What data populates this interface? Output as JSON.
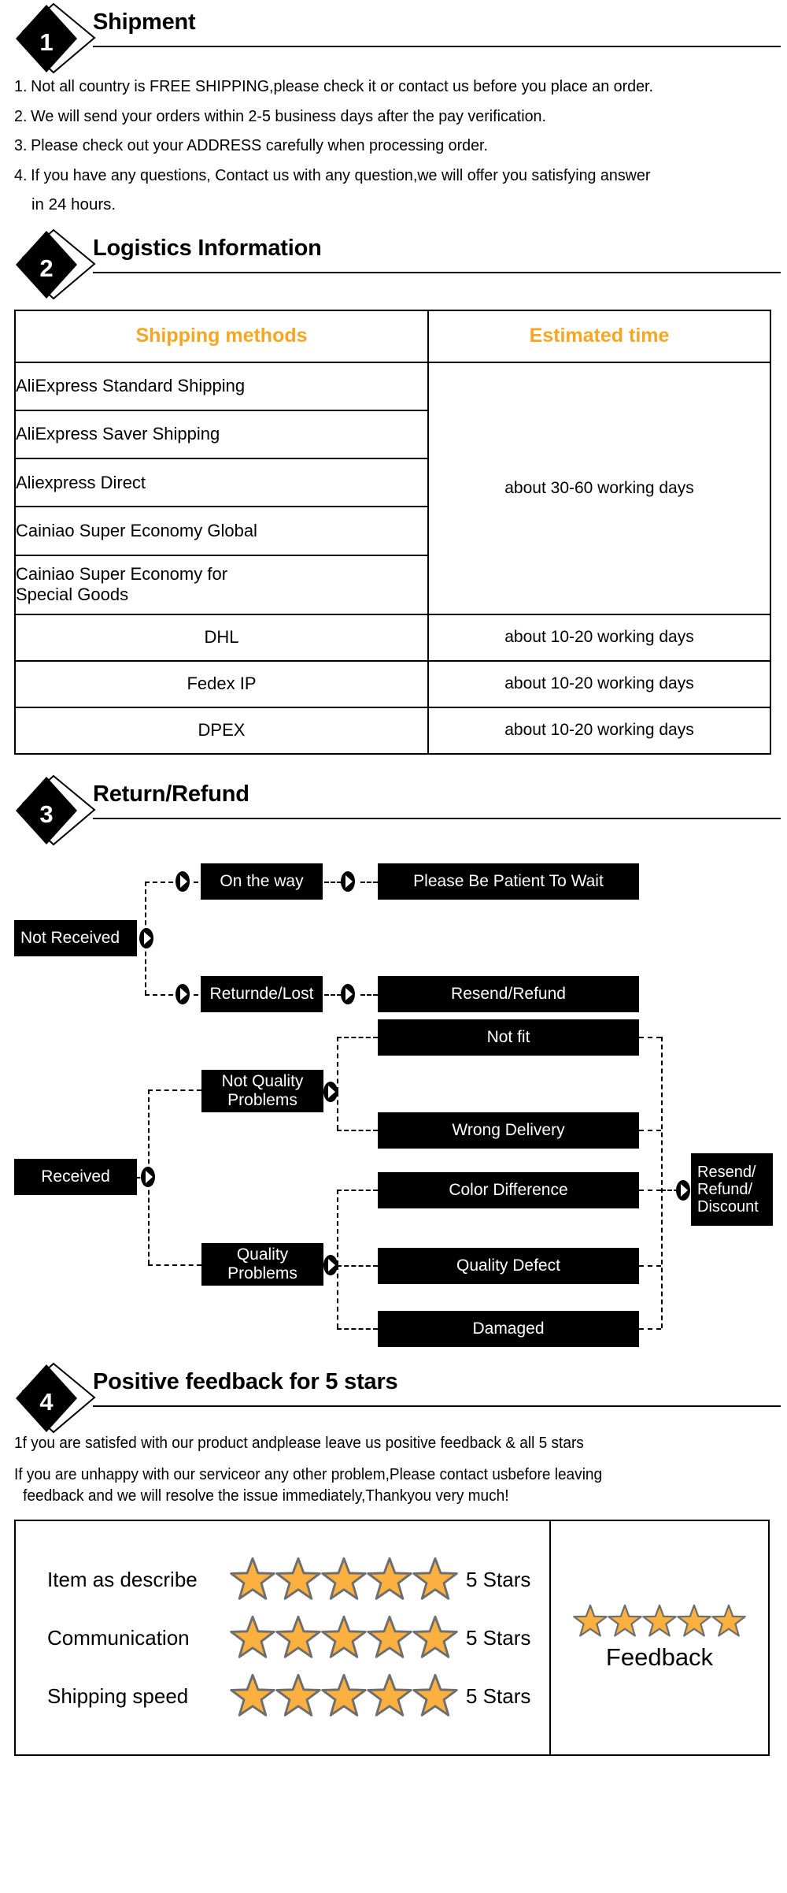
{
  "colors": {
    "accent_orange": "#f5a623",
    "star_fill": "#fbb040",
    "star_stroke": "#6e6e6e",
    "black": "#000000",
    "white": "#ffffff"
  },
  "sections": [
    {
      "number": "1",
      "title": "Shipment"
    },
    {
      "number": "2",
      "title": "Logistics Information"
    },
    {
      "number": "3",
      "title": "Return/Refund"
    },
    {
      "number": "4",
      "title": "Positive feedback for 5 stars"
    }
  ],
  "shipment": {
    "notes": [
      {
        "num": "1.",
        "text": "Not all country is FREE SHIPPING,please check it or contact us before you place an order."
      },
      {
        "num": "2.",
        "text": "We will send your orders within 2-5 business days after the pay verification."
      },
      {
        "num": "3.",
        "text": "Please check out your ADDRESS carefully when processing order."
      },
      {
        "num": "4.",
        "text": "If you have any questions, Contact us with any question,we will offer you satisfying answer",
        "continuation": "in 24 hours."
      }
    ]
  },
  "logistics": {
    "headers": {
      "method": "Shipping methods",
      "time": "Estimated time"
    },
    "group_time_slow": "about 30-60 working days",
    "slow_methods": [
      "AliExpress Standard Shipping",
      "AliExpress Saver Shipping",
      "Aliexpress Direct",
      "Cainiao Super Economy Global"
    ],
    "slow_method_multiline": {
      "line1": "Cainiao Super Economy for",
      "line2": "Special Goods"
    },
    "fast_rows": [
      {
        "method": "DHL",
        "time": "about 10-20 working days"
      },
      {
        "method": "Fedex IP",
        "time": "about 10-20 working days"
      },
      {
        "method": "DPEX",
        "time": "about 10-20 working days"
      }
    ]
  },
  "flowchart": {
    "not_received": "Not Received",
    "on_the_way": "On the way",
    "please_wait": "Please Be Patient To Wait",
    "returned_lost": "Returnde/Lost",
    "resend_refund": "Resend/Refund",
    "received": "Received",
    "not_quality_l1": "Not Quality",
    "not_quality_l2": "Problems",
    "quality_l1": "Quality",
    "quality_l2": "Problems",
    "not_fit": "Not fit",
    "wrong_delivery": "Wrong Delivery",
    "color_difference": "Color Difference",
    "quality_defect": "Quality Defect",
    "damaged": "Damaged",
    "outcome_l1": "Resend/",
    "outcome_l2": "Refund/",
    "outcome_l3": "Discount"
  },
  "feedback": {
    "paragraph1": "1f you are satisfed with our product andplease leave us positive feedback & all 5 stars",
    "paragraph2_line1": "If you are unhappy with our serviceor any other problem,Please contact usbefore leaving",
    "paragraph2_line2": "feedback and we will resolve the issue immediately,Thankyou very much!",
    "ratings": [
      {
        "label": "Item as describe",
        "stars": 5,
        "count_label": "5 Stars"
      },
      {
        "label": "Communication",
        "stars": 5,
        "count_label": "5 Stars"
      },
      {
        "label": "Shipping speed",
        "stars": 5,
        "count_label": "5 Stars"
      }
    ],
    "panel_right": {
      "stars": 5,
      "label": "Feedback"
    }
  }
}
